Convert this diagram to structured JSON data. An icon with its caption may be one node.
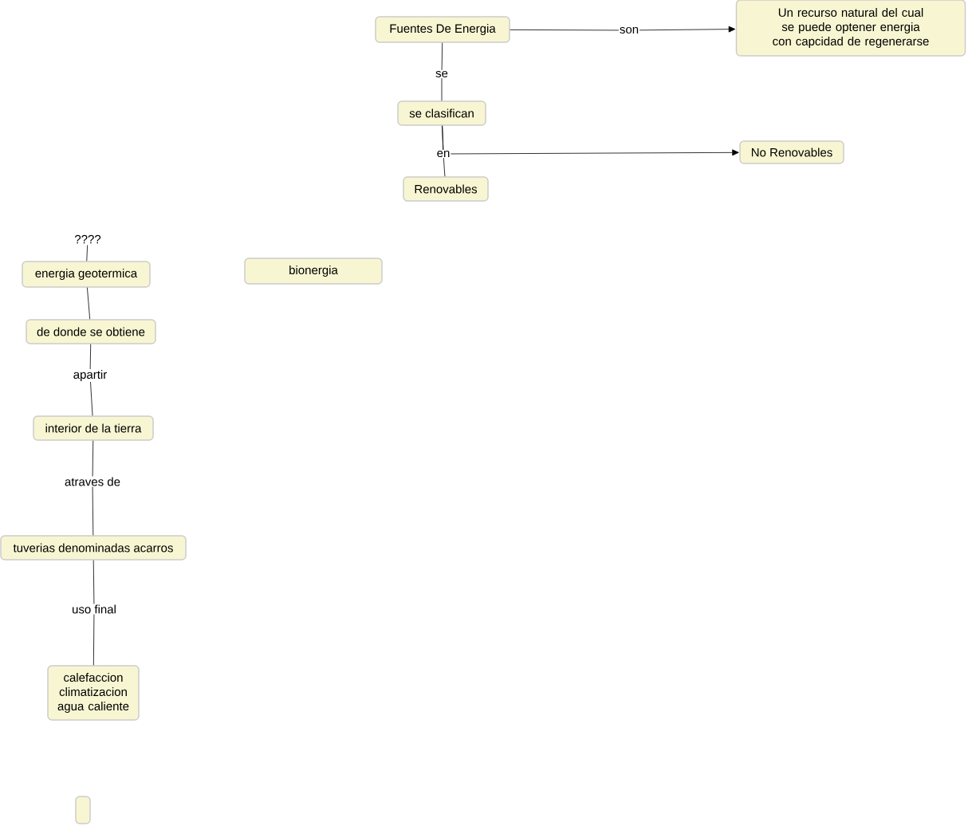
{
  "diagram": {
    "nodes": [
      {
        "text": [
          "Fuentes De Energia"
        ]
      },
      {
        "text": [
          "Un recurso natural del cual se puede optener energia con capcidad de regenerarse"
        ]
      },
      {
        "text": [
          "se clasifican"
        ]
      },
      {
        "text": [
          "No Renovables"
        ]
      },
      {
        "text": [
          "Renovables"
        ]
      },
      {
        "text": [
          "????"
        ]
      },
      {
        "text": [
          "energia geotermica"
        ]
      },
      {
        "text": [
          "bionergia"
        ]
      },
      {
        "text": [
          "de donde se obtiene"
        ]
      },
      {
        "text": [
          "interior de la tierra"
        ]
      },
      {
        "text": [
          "tuverias denominadas acarros"
        ]
      },
      {
        "text": [
          "calefaccion climatizacion agua caliente"
        ]
      },
      {
        "text": [],
        "shape": "box"
      }
    ],
    "edges": [
      {
        "from": 0,
        "to": 1,
        "arrow": "to",
        "label": "son"
      },
      {
        "from": 0,
        "to": 2,
        "arrow": "none",
        "label": "se"
      },
      {
        "from": 2,
        "to": 4,
        "arrow": "none",
        "label": "en"
      },
      {
        "from": 2,
        "to": 3,
        "arrow": "to"
      },
      {
        "from": 5,
        "to": 6,
        "arrow": "none"
      },
      {
        "from": 6,
        "to": 8,
        "arrow": "none"
      },
      {
        "from": 8,
        "to": 9,
        "arrow": "none",
        "label": "apartir"
      },
      {
        "from": 9,
        "to": 10,
        "arrow": "none",
        "label": "atraves de"
      },
      {
        "from": 10,
        "to": 11,
        "arrow": "none",
        "label": "uso final"
      }
    ]
  }
}
